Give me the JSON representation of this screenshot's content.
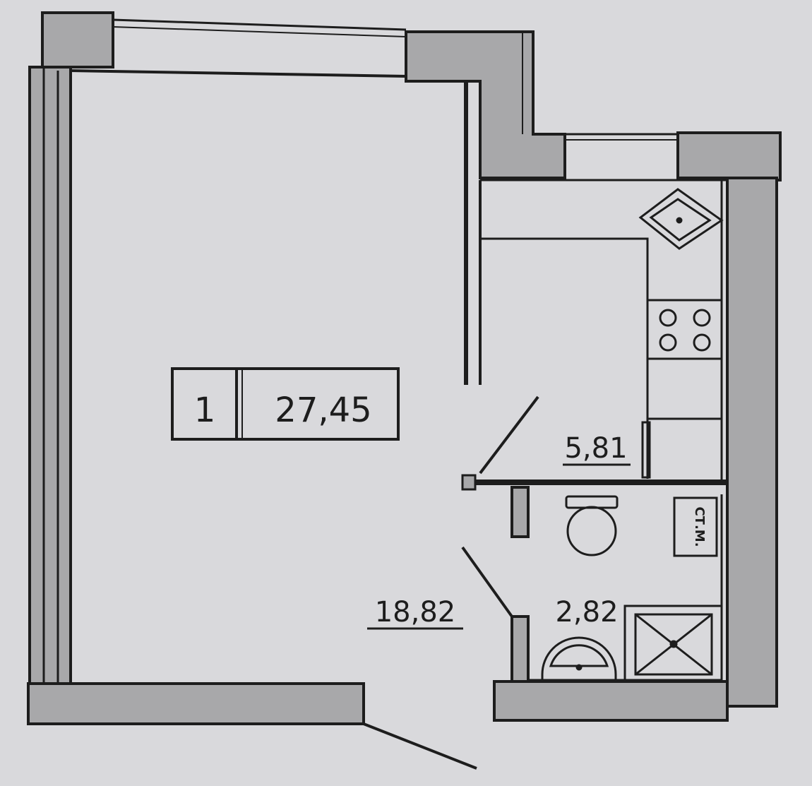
{
  "colors": {
    "background": "#d9d9dc",
    "wall_fill": "#a8a8aa",
    "line": "#1d1d1d"
  },
  "apartment": {
    "rooms_count": "1",
    "total_area": "27,45"
  },
  "rooms": {
    "living_area": "18,82",
    "kitchen_area": "5,81",
    "bathroom_area": "2,82"
  },
  "fixtures": {
    "washing_machine_label": "СТ.М."
  }
}
